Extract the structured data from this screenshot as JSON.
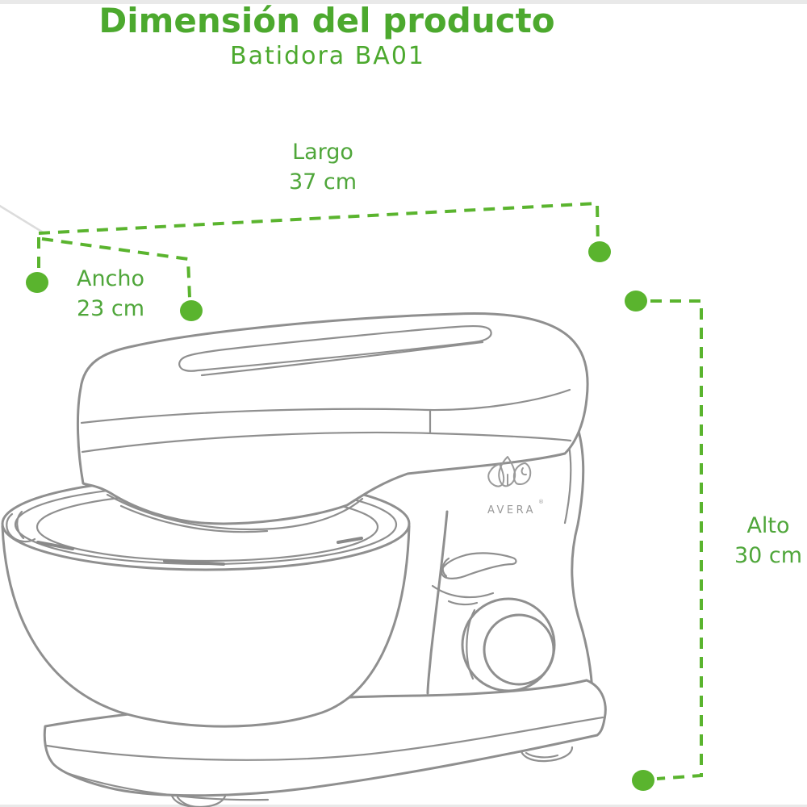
{
  "header": {
    "title": "Dimensión del producto",
    "subtitle": "Batidora BA01"
  },
  "dimensions": {
    "length": {
      "label": "Largo",
      "value": "37 cm"
    },
    "width": {
      "label": "Ancho",
      "value": "23 cm"
    },
    "height": {
      "label": "Alto",
      "value": "30 cm"
    }
  },
  "product": {
    "brand": "AVERA",
    "brand_mark": "®"
  },
  "colors": {
    "title_green": "#4ca92e",
    "label_green": "#4fa63a",
    "accent_green": "#5ab42e",
    "line_gray": "#8f8f8f",
    "logo_gray": "#9a9a9a"
  }
}
